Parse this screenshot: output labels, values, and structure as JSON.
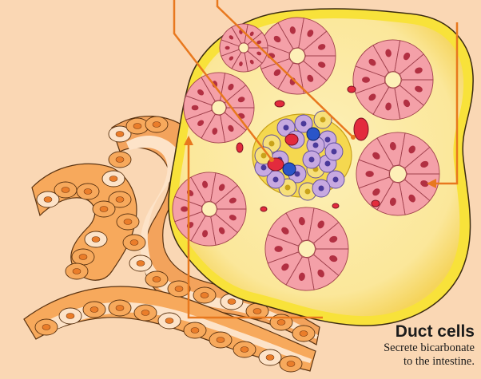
{
  "label": {
    "title": "Duct cells",
    "description_line1": "Secrete bicarbonate",
    "description_line2": "to the intestine."
  },
  "colors": {
    "background": "#fad7b4",
    "stroma": "#fbe79a",
    "capsule": "#f8e23a",
    "acinar_cell": "#f4a0a8",
    "acinar_nucleus": "#b23042",
    "duct_cell": "#f7a95c",
    "duct_cell_light": "#fde3c8",
    "duct_nucleus": "#ea7d2a",
    "islet": "#f5d84f",
    "islet_cell": "#c7a9e0",
    "islet_nucleus": "#4b3a9a",
    "capillary": "#e32b3d",
    "pointer": "#e8781e"
  }
}
